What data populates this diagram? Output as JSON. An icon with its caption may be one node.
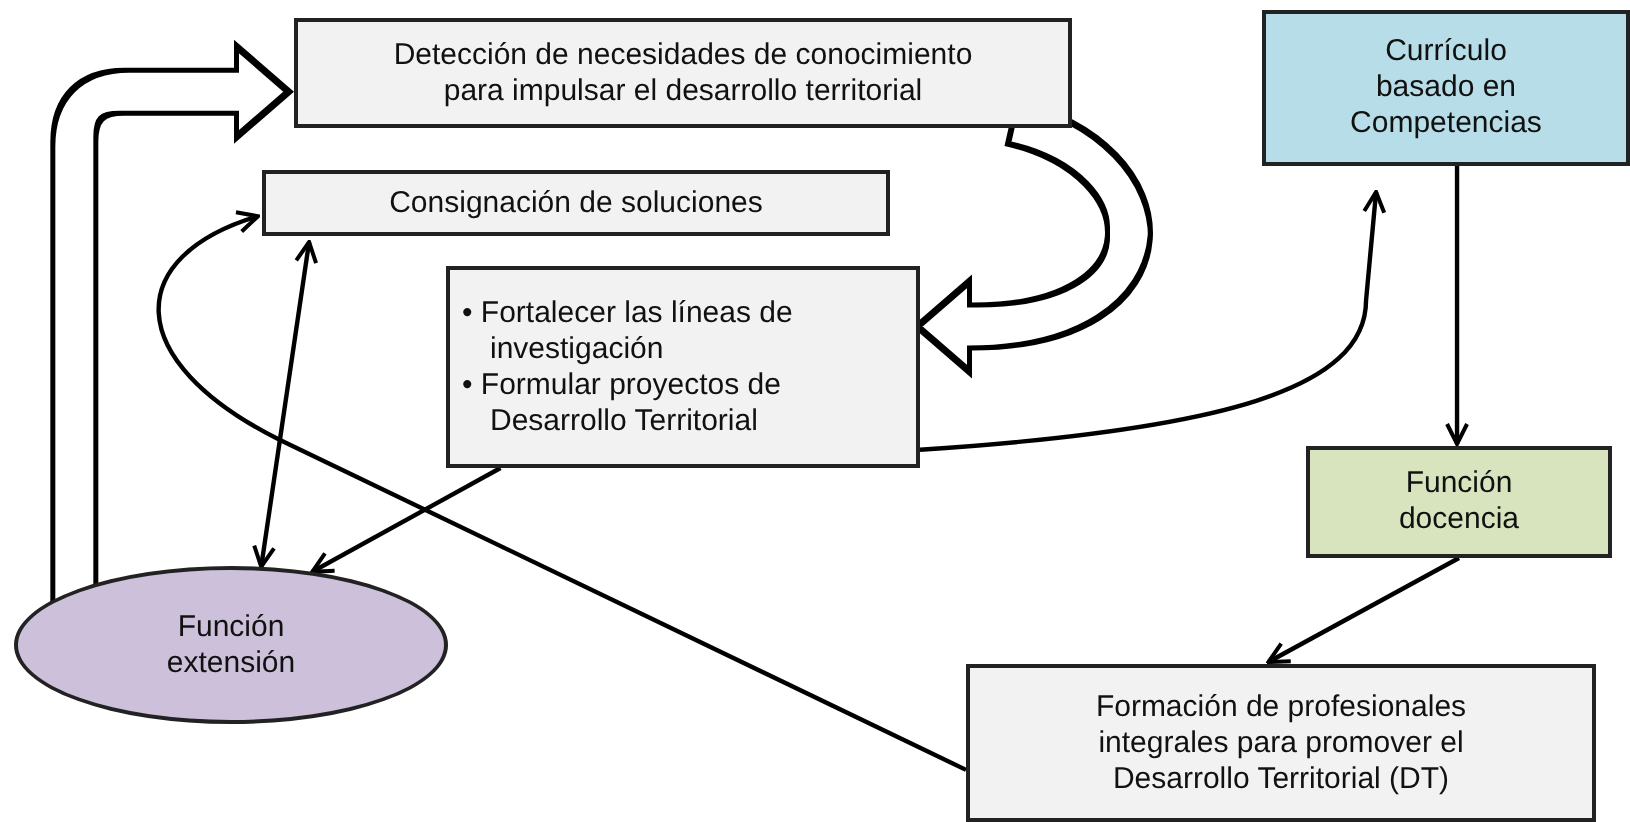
{
  "diagram": {
    "nodes": [
      {
        "text": [
          "Detección de necesidades de conocimiento para impulsar el desarrollo territorial"
        ]
      },
      {
        "text": [
          "Consignación de soluciones"
        ]
      },
      {
        "text": [
          "• Fortalecer las líneas de investigación",
          "• Formular proyectos de Desarrollo Territorial"
        ]
      },
      {
        "text": [
          "Currículo basado en Competencias"
        ]
      },
      {
        "text": [
          "Función docencia"
        ]
      },
      {
        "text": [
          "Función extensión"
        ]
      },
      {
        "text": [
          "Formación de profesionales integrales para promover el Desarrollo Territorial (DT)"
        ]
      }
    ],
    "edges": [
      {
        "from": 5,
        "to": 0,
        "arrow": "to",
        "style": "thick"
      },
      {
        "from": 0,
        "to": 2,
        "arrow": "to",
        "style": "thick"
      },
      {
        "from": 5,
        "to": 1,
        "arrow": "both"
      },
      {
        "from": 2,
        "to": 5,
        "arrow": "to"
      },
      {
        "from": 2,
        "to": 3,
        "arrow": "to"
      },
      {
        "from": 3,
        "to": 4,
        "arrow": "to"
      },
      {
        "from": 4,
        "to": 6,
        "arrow": "to"
      },
      {
        "from": 6,
        "to": 1,
        "arrow": "to"
      }
    ]
  }
}
